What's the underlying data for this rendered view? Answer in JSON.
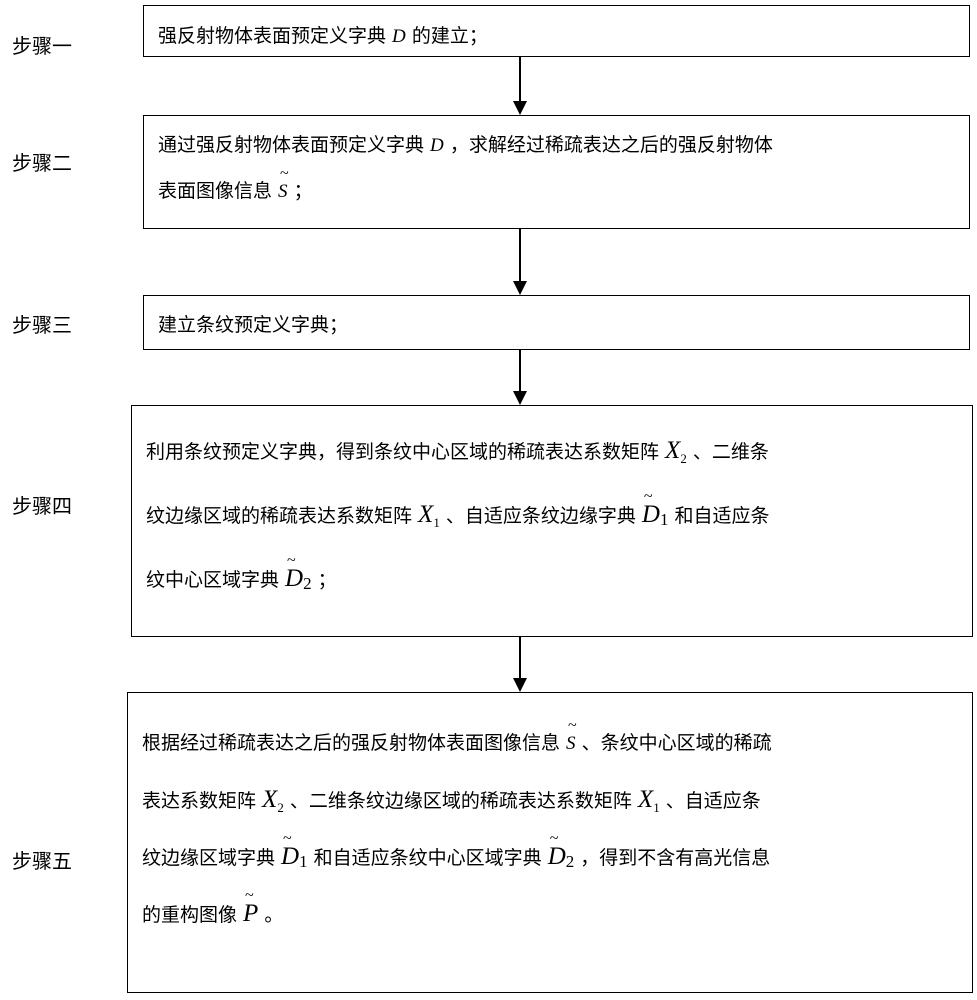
{
  "steps": [
    {
      "label": "步骤一",
      "lines": [
        [
          "强反射物体表面预定义字典 ",
          {
            "v": "D",
            "c": "m"
          },
          " 的建立；"
        ]
      ]
    },
    {
      "label": "步骤二",
      "lines": [
        [
          "通过强反射物体表面预定义字典 ",
          {
            "v": "D",
            "c": "m"
          },
          " ，求解经过稀疏表达之后的强反射物体"
        ],
        [
          "表面图像信息 ",
          {
            "v": "S",
            "c": "m tl"
          },
          " ；"
        ]
      ]
    },
    {
      "label": "步骤三",
      "lines": [
        [
          "建立条纹预定义字典；"
        ]
      ]
    },
    {
      "label": "步骤四",
      "lines": [
        [
          "利用条纹预定义字典，得到条纹中心区域的稀疏表达系数矩阵 ",
          {
            "v": "X",
            "c": "mb",
            "s": "2"
          },
          " 、二维条"
        ],
        [
          "纹边缘区域的稀疏表达系数矩阵 ",
          {
            "v": "X",
            "c": "mb",
            "s": "1"
          },
          " 、自适应条纹边缘字典 ",
          {
            "v": "D",
            "c": "mb tl",
            "t": "1"
          },
          " 和自适应条"
        ],
        [
          "纹中心区域字典 ",
          {
            "v": "D",
            "c": "mb tl",
            "t": "2"
          },
          " ；"
        ]
      ]
    },
    {
      "label": "步骤五",
      "lines": [
        [
          "根据经过稀疏表达之后的强反射物体表面图像信息 ",
          {
            "v": "S",
            "c": "m tl"
          },
          " 、条纹中心区域的稀疏"
        ],
        [
          "表达系数矩阵 ",
          {
            "v": "X",
            "c": "mb",
            "s": "2"
          },
          " 、二维条纹边缘区域的稀疏表达系数矩阵 ",
          {
            "v": "X",
            "c": "mb",
            "s": "1"
          },
          " 、自适应条"
        ],
        [
          "纹边缘区域字典 ",
          {
            "v": "D",
            "c": "mb tl",
            "t": "1"
          },
          " 和自适应条纹中心区域字典 ",
          {
            "v": "D",
            "c": "mb tl",
            "t": "2"
          },
          " ，得到不含有高光信息"
        ],
        [
          "的重构图像 ",
          {
            "v": "P",
            "c": "mb tl"
          },
          " 。"
        ]
      ]
    }
  ]
}
